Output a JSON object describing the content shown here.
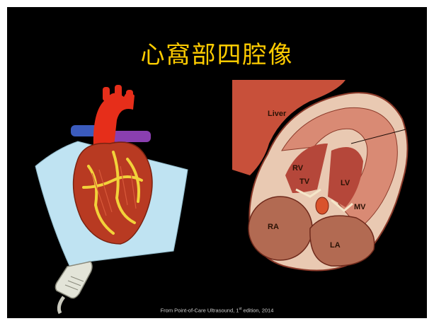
{
  "slide": {
    "title": "心窩部四腔像",
    "background": "#000000",
    "title_color": "#ffcc00"
  },
  "illustration_right": {
    "labels": {
      "liver": "Liver",
      "rv": "RV",
      "tv": "TV",
      "lv": "LV",
      "mv": "MV",
      "ra": "RA",
      "la": "LA"
    }
  },
  "credit": {
    "prefix": "From Point-of-Care Ultrasound, 1",
    "sup": "st",
    "suffix": " edition, 2014"
  }
}
